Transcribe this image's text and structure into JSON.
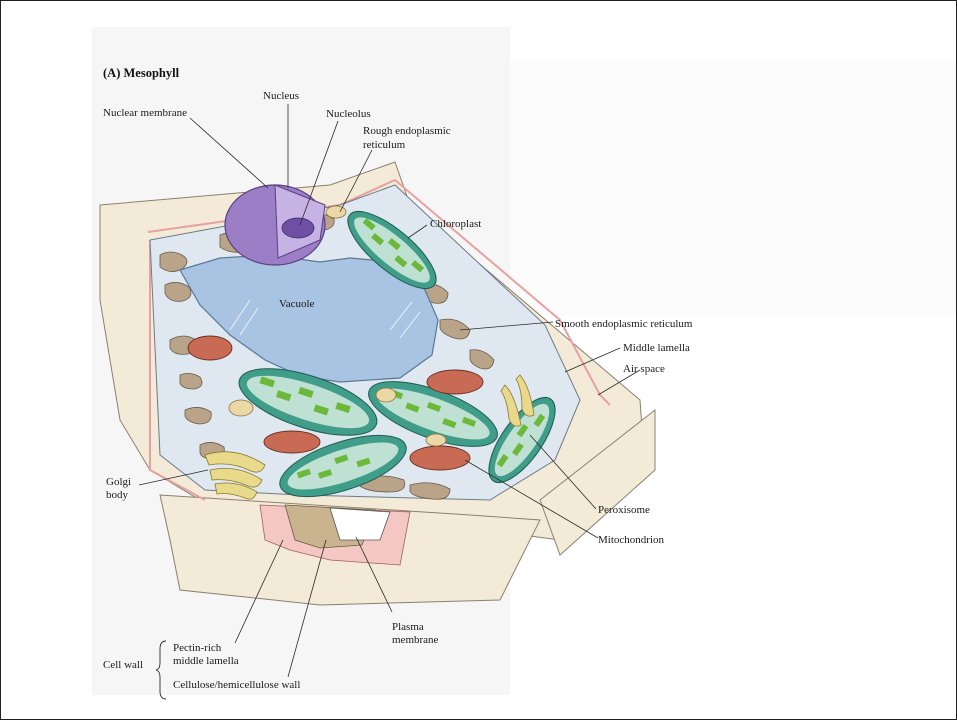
{
  "title": "(A) Mesophyll",
  "labels": {
    "nucleus": "Nucleus",
    "nuclear_membrane": "Nuclear membrane",
    "nucleolus": "Nucleolus",
    "rough_er_1": "Rough endoplasmic",
    "rough_er_2": "reticulum",
    "chloroplast": "Chloroplast",
    "vacuole": "Vacuole",
    "smooth_er": "Smooth endoplasmic reticulum",
    "middle_lamella": "Middle lamella",
    "air_space": "Air space",
    "golgi_1": "Golgi",
    "golgi_2": "body",
    "peroxisome": "Peroxisome",
    "mitochondrion": "Mitochondrion",
    "plasma_membrane_1": "Plasma",
    "plasma_membrane_2": "membrane",
    "pectin_1": "Pectin-rich",
    "pectin_2": "middle lamella",
    "cell_wall": "Cell wall",
    "cellulose": "Cellulose/hemicellulose wall"
  },
  "colors": {
    "wall": "#f3ead8",
    "cytoplasm": "#dfe8f0",
    "vacuole": "#a9c3e2",
    "nucleus": "#9b7ec6",
    "chloroplast_body": "#3f9d8a",
    "thylakoid": "#6cb83a",
    "er": "#b9a489",
    "mitochondrion": "#c96b54",
    "golgi": "#e9d98a",
    "membrane_pink": "#e7a1a1"
  }
}
